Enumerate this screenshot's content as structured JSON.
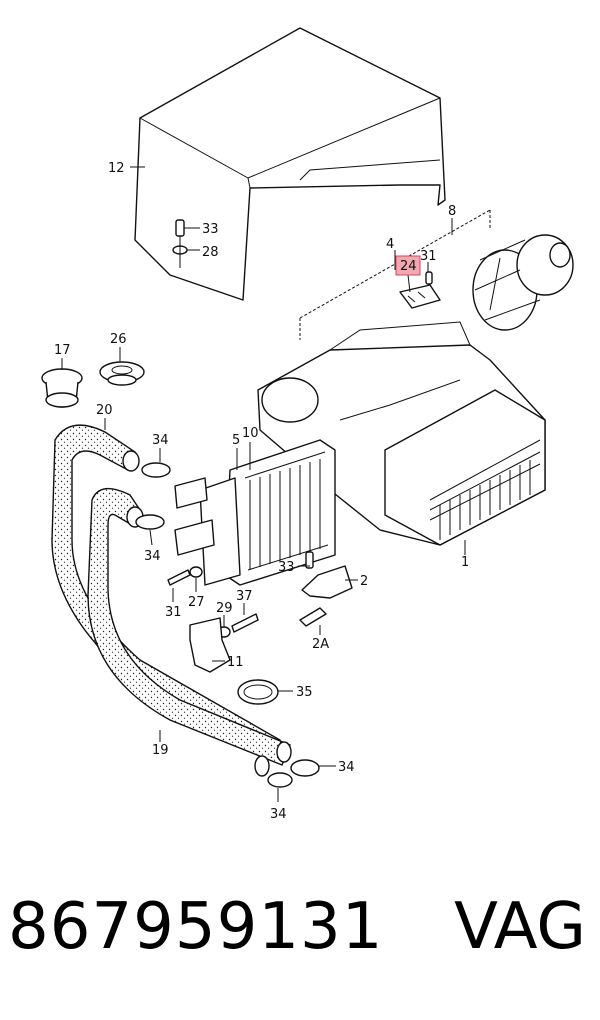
{
  "diagram": {
    "callouts": [
      {
        "id": "c12",
        "text": "12"
      },
      {
        "id": "c33a",
        "text": "33"
      },
      {
        "id": "c28",
        "text": "28"
      },
      {
        "id": "c8",
        "text": "8"
      },
      {
        "id": "c4",
        "text": "4"
      },
      {
        "id": "c31a",
        "text": "31"
      },
      {
        "id": "c24",
        "text": "24",
        "highlighted": true
      },
      {
        "id": "c17",
        "text": "17"
      },
      {
        "id": "c26",
        "text": "26"
      },
      {
        "id": "c20",
        "text": "20"
      },
      {
        "id": "c34a",
        "text": "34"
      },
      {
        "id": "c5",
        "text": "5"
      },
      {
        "id": "c10",
        "text": "10"
      },
      {
        "id": "c34b",
        "text": "34"
      },
      {
        "id": "c1",
        "text": "1"
      },
      {
        "id": "c33b",
        "text": "33"
      },
      {
        "id": "c2",
        "text": "2"
      },
      {
        "id": "c2a",
        "text": "2A"
      },
      {
        "id": "c31b",
        "text": "31"
      },
      {
        "id": "c27",
        "text": "27"
      },
      {
        "id": "c29",
        "text": "29"
      },
      {
        "id": "c37",
        "text": "37"
      },
      {
        "id": "c11",
        "text": "11"
      },
      {
        "id": "c35",
        "text": "35"
      },
      {
        "id": "c19",
        "text": "19"
      },
      {
        "id": "c34c",
        "text": "34"
      },
      {
        "id": "c34d",
        "text": "34"
      }
    ],
    "highlight_color": "#f3a7b0"
  },
  "footer": {
    "part_number": "867959131",
    "brand": "VAG"
  }
}
